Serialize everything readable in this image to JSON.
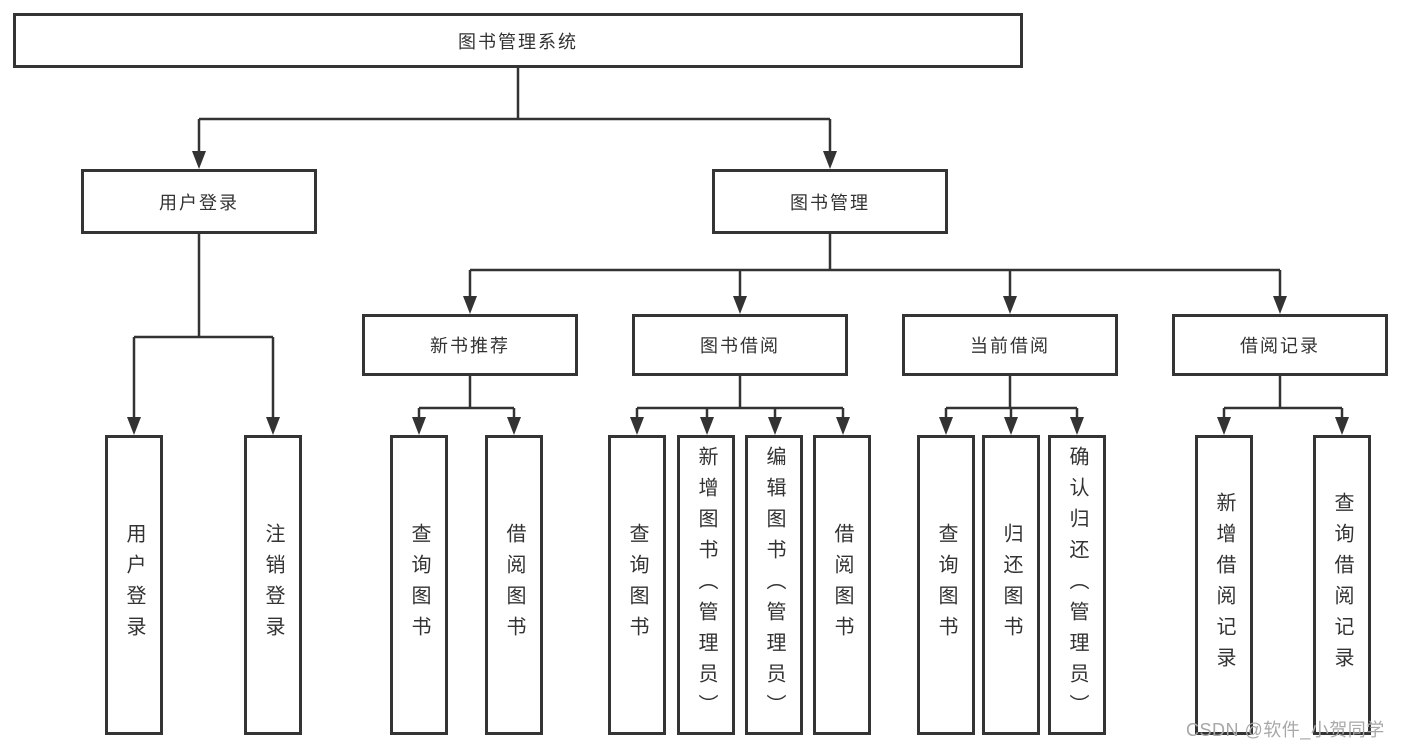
{
  "tree": {
    "root": {
      "label": "图书管理系统",
      "children": [
        {
          "label": "用户登录",
          "children": [
            {
              "label": "用户登录"
            },
            {
              "label": "注销登录"
            }
          ]
        },
        {
          "label": "图书管理",
          "children": [
            {
              "label": "新书推荐",
              "children": [
                {
                  "label": "查询图书"
                },
                {
                  "label": "借阅图书"
                }
              ]
            },
            {
              "label": "图书借阅",
              "children": [
                {
                  "label": "查询图书"
                },
                {
                  "label": "新增图书（管理员）"
                },
                {
                  "label": "编辑图书（管理员）"
                },
                {
                  "label": "借阅图书"
                }
              ]
            },
            {
              "label": "当前借阅",
              "children": [
                {
                  "label": "查询图书"
                },
                {
                  "label": "归还图书"
                },
                {
                  "label": "确认归还（管理员）"
                }
              ]
            },
            {
              "label": "借阅记录",
              "children": [
                {
                  "label": "新增借阅记录"
                },
                {
                  "label": "查询借阅记录"
                }
              ]
            }
          ]
        }
      ]
    }
  },
  "watermark": "CSDN @软件_小贺同学",
  "colors": {
    "line": "#333333",
    "box_border": "#343434",
    "text": "#333333",
    "watermark": "#a8a8a8",
    "background": "#ffffff"
  }
}
